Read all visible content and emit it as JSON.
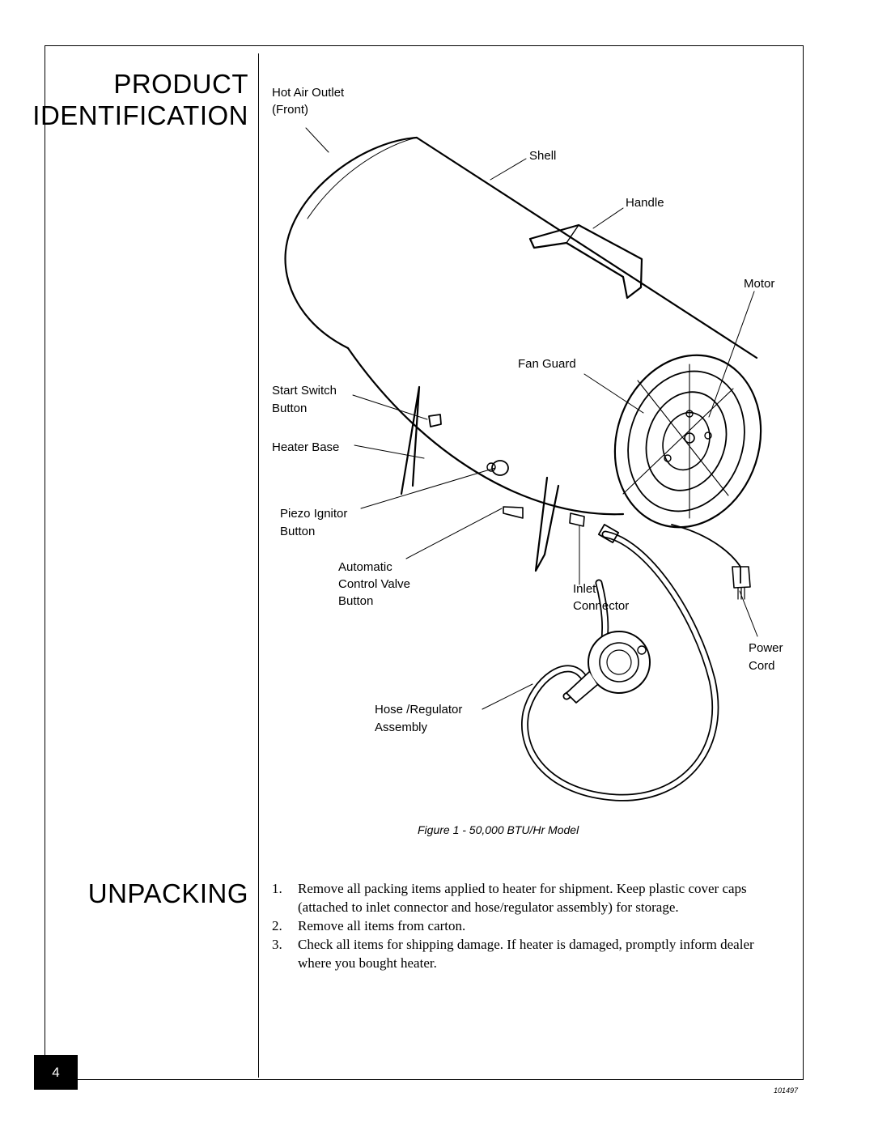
{
  "headings": {
    "product": "PRODUCT",
    "identification": "IDENTIFICATION",
    "unpacking": "UNPACKING"
  },
  "figure": {
    "labels": {
      "hot_air_outlet": "Hot Air Outlet",
      "front": "(Front)",
      "shell": "Shell",
      "handle": "Handle",
      "motor": "Motor",
      "fan_guard": "Fan Guard",
      "start_switch": "Start Switch",
      "start_switch_2": "Button",
      "heater_base": "Heater Base",
      "piezo_ignitor": "Piezo Ignitor",
      "piezo_ignitor_2": "Button",
      "automatic": "Automatic",
      "control_valve": "Control Valve",
      "acv_button": "Button",
      "inlet": "Inlet",
      "connector": "Connector",
      "power": "Power",
      "cord": "Cord",
      "hose_regulator": "Hose /Regulator",
      "assembly": "Assembly"
    },
    "caption": "Figure 1 - 50,000 BTU/Hr Model"
  },
  "unpacking_steps": [
    {
      "num": "1.",
      "text": "Remove all packing items applied to heater for shipment. Keep plastic cover caps (attached to inlet connector and hose/regulator assembly) for storage."
    },
    {
      "num": "2.",
      "text": "Remove all items from carton."
    },
    {
      "num": "3.",
      "text": "Check all items for shipping damage. If heater is damaged, promptly inform dealer where you bought heater."
    }
  ],
  "page_number": "4",
  "doc_code": "101497"
}
